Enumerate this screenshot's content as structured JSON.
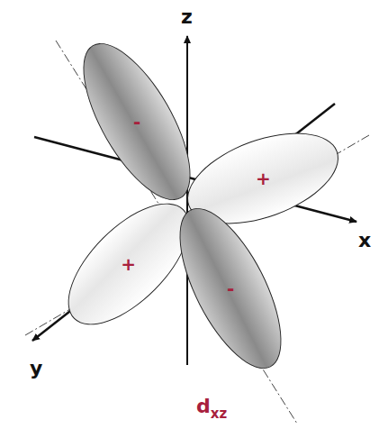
{
  "diagram": {
    "nodes": [
      {
        "text": [
          "-"
        ]
      },
      {
        "text": [
          "+"
        ]
      },
      {
        "text": [
          "+"
        ]
      },
      {
        "text": [
          "-"
        ]
      }
    ],
    "labels": [
      "z",
      "x",
      "y",
      "d",
      "xz"
    ]
  }
}
